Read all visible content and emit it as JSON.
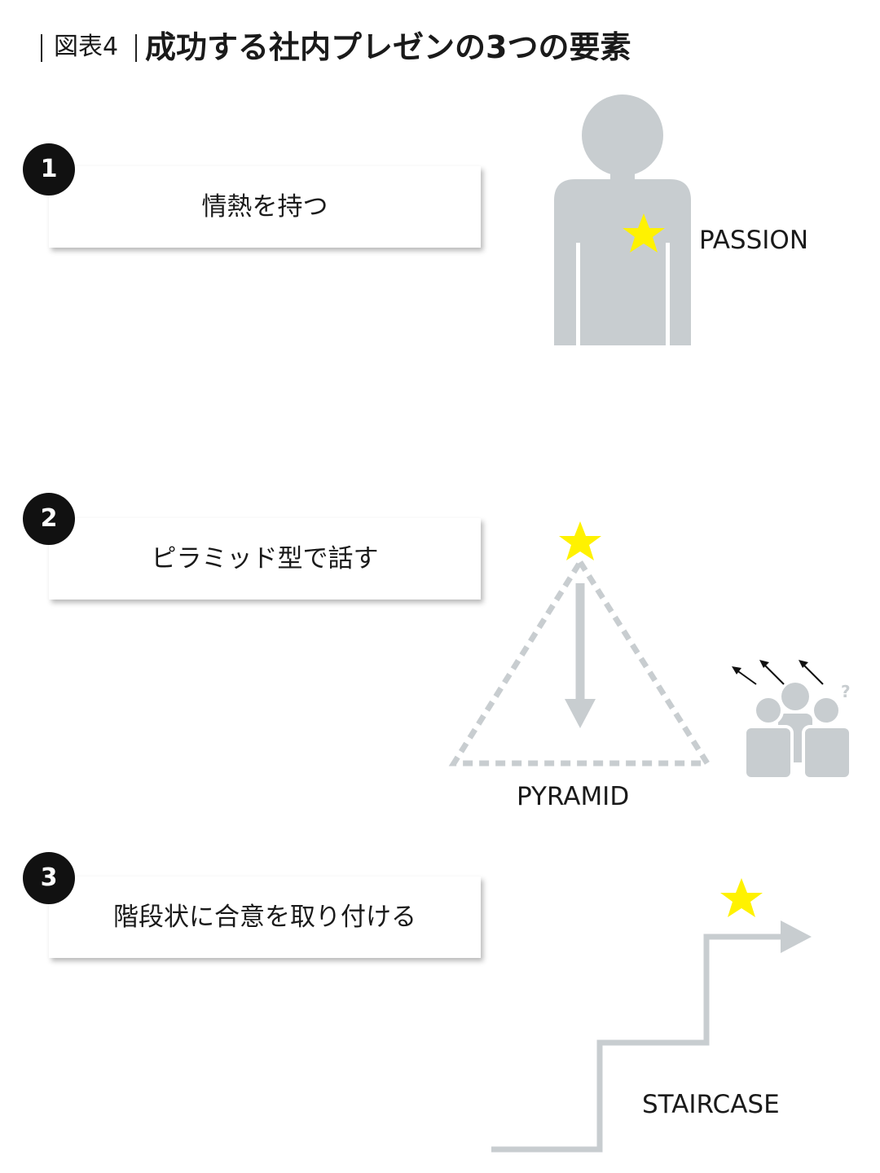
{
  "figure": {
    "label": "図表4",
    "title": "成功する社内プレゼンの3つの要素"
  },
  "items": [
    {
      "number": "1",
      "text": "情熱を持つ",
      "keyword": "PASSION"
    },
    {
      "number": "2",
      "text": "ピラミッド型で話す",
      "keyword": "PYRAMID"
    },
    {
      "number": "3",
      "text": "階段状に合意を取り付ける",
      "keyword": "STAIRCASE"
    }
  ],
  "colors": {
    "gray": "#c8cdd0",
    "star": "#fff200",
    "badge": "#111111"
  },
  "icons": [
    "person-silhouette",
    "star-icon",
    "pyramid-diagram",
    "audience-icon",
    "staircase-arrow"
  ]
}
